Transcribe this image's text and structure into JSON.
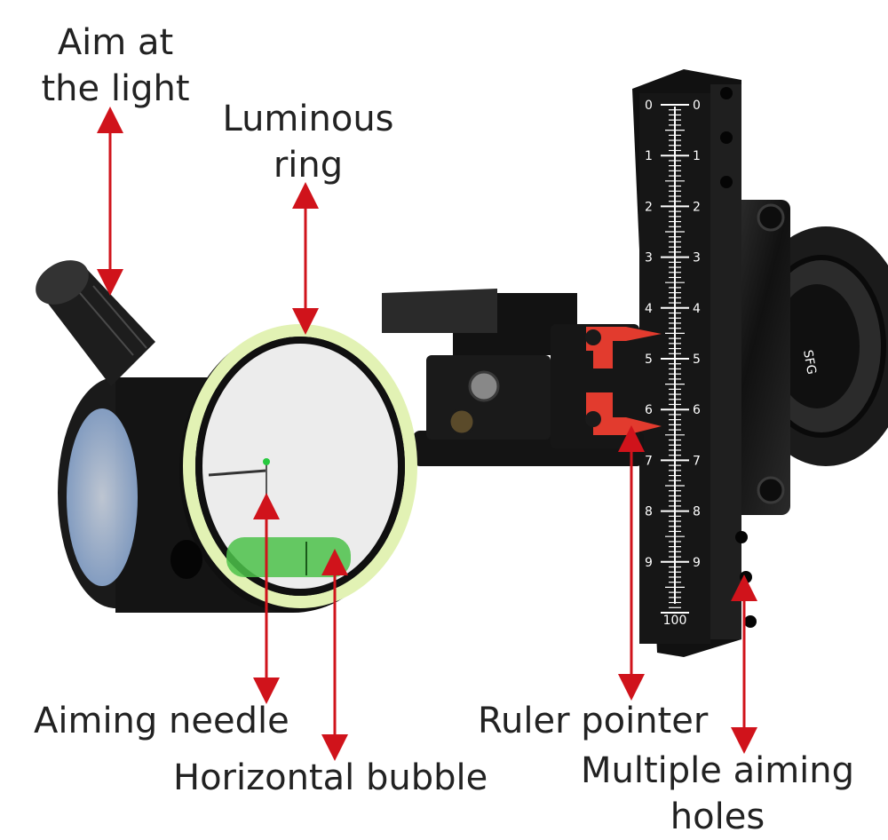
{
  "callouts": {
    "aim_light": [
      "Aim at",
      "the light"
    ],
    "luminous_ring": [
      "Luminous",
      "ring"
    ],
    "aiming_needle": "Aiming needle",
    "horizontal_bubble": "Horizontal bubble",
    "ruler_pointer": "Ruler pointer",
    "aiming_holes": [
      "Multiple aiming",
      "holes"
    ]
  },
  "ruler": {
    "numbers": [
      "0",
      "1",
      "2",
      "3",
      "4",
      "5",
      "6",
      "7",
      "8",
      "9",
      "100"
    ],
    "logo": "SFG"
  },
  "colors": {
    "arrow": "#d0131b",
    "body": "#151515",
    "ring_glow": "#e2f2b4",
    "bubble": "#4cc24a",
    "pointer": "#e23b2e"
  }
}
